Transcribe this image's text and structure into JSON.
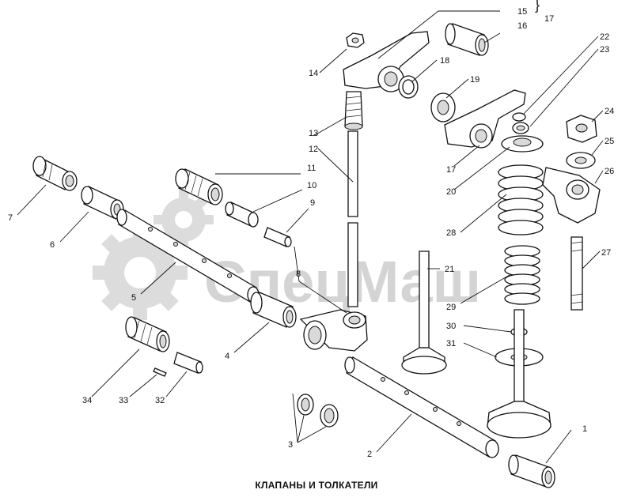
{
  "caption": "КЛАПАНЫ И ТОЛКАТЕЛИ",
  "watermark": {
    "text": "СпецМаш",
    "logo_icon": "gear-icon"
  },
  "colors": {
    "ink": "#111111",
    "watermark": "#d4d4d4",
    "background": "#ffffff"
  },
  "callouts": {
    "n1": "1",
    "n2": "2",
    "n3": "3",
    "n4": "4",
    "n5": "5",
    "n6": "6",
    "n7": "7",
    "n8": "8",
    "n9": "9",
    "n10": "10",
    "n11": "11",
    "n12": "12",
    "n13": "13",
    "n14": "14",
    "n15": "15",
    "n16": "16",
    "n17a": "17",
    "n17b": "17",
    "n18": "18",
    "n19": "19",
    "n20": "20",
    "n21": "21",
    "n22": "22",
    "n23": "23",
    "n24": "24",
    "n25": "25",
    "n26": "26",
    "n27": "27",
    "n28": "28",
    "n29": "29",
    "n30": "30",
    "n31": "31",
    "n32": "32",
    "n33": "33",
    "n34": "34"
  }
}
